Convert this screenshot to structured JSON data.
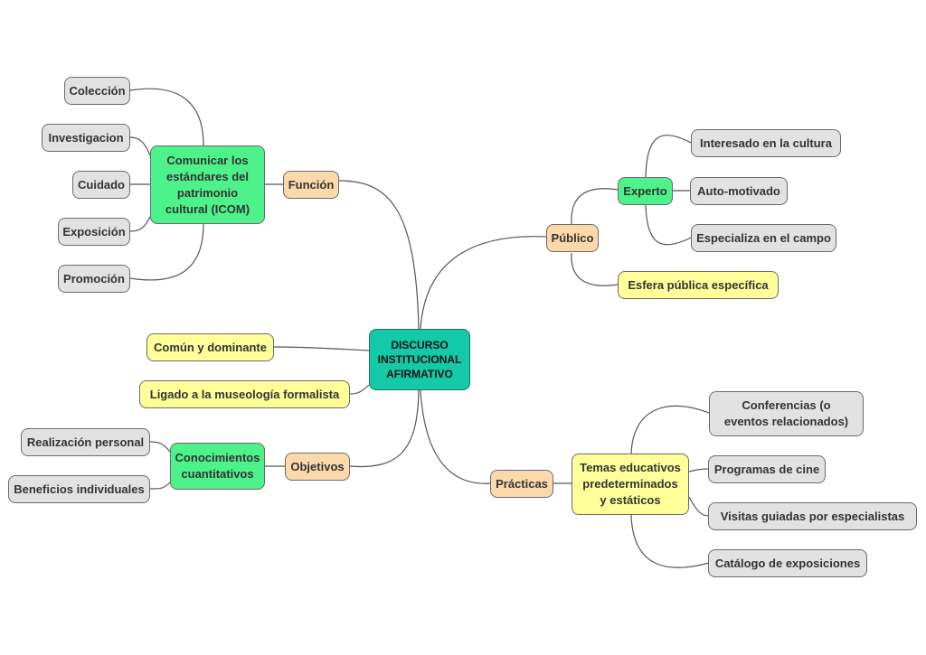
{
  "root": "DISCURSO INSTITUCIONAL AFIRMATIVO",
  "funcion": {
    "label": "Función",
    "hub": "Comunicar los estándares del patrimonio cultural (ICOM)",
    "items": [
      "Colección",
      "Investigacion",
      "Cuidado",
      "Exposición",
      "Promoción"
    ]
  },
  "publico": {
    "label": "Público",
    "experto": {
      "label": "Experto",
      "items": [
        "Interesado en la cultura",
        "Auto-motivado",
        "Especializa en el campo"
      ]
    },
    "esfera": "Esfera pública específica"
  },
  "directos": [
    "Común y dominante",
    "Ligado a la museología formalista"
  ],
  "objetivos": {
    "label": "Objetivos",
    "hub": "Conocimientos cuantitativos",
    "items": [
      "Realización personal",
      "Beneficios individuales"
    ]
  },
  "practicas": {
    "label": "Prácticas",
    "hub": "Temas educativos predeterminados y estáticos",
    "items": [
      "Conferencias (o eventos relacionados)",
      "Programas de cine",
      "Visitas guiadas por especialistas",
      "Catálogo de exposiciones"
    ]
  },
  "colors": {
    "root": "#12c9a8",
    "green": "#4ef28a",
    "orange": "#fbd9ab",
    "yellow": "#ffff9a",
    "gray": "#e2e2e2"
  }
}
